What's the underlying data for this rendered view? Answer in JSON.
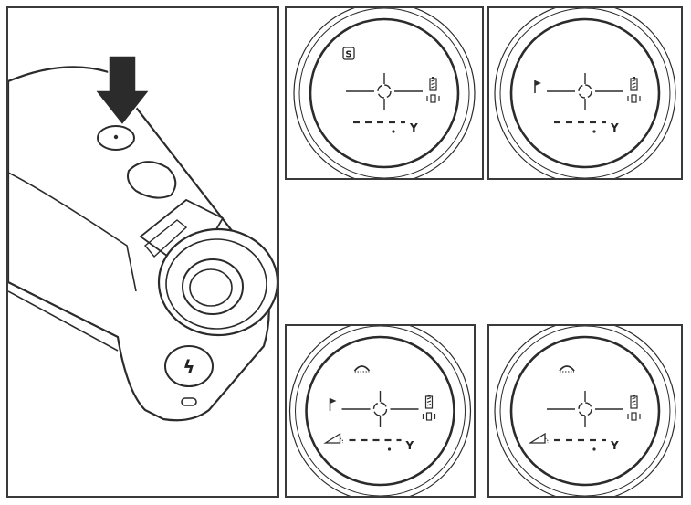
{
  "device": {
    "lightning_symbol": "ϟ"
  },
  "views": [
    {
      "id": "view-1",
      "mode_badge": "S",
      "show_flag": false,
      "show_slope": false,
      "show_arc": false,
      "unit": "Y"
    },
    {
      "id": "view-2",
      "mode_badge": "",
      "show_flag": true,
      "show_slope": false,
      "show_arc": false,
      "unit": "Y"
    },
    {
      "id": "view-3",
      "mode_badge": "",
      "show_flag": true,
      "show_slope": true,
      "show_arc": true,
      "unit": "Y"
    },
    {
      "id": "view-4",
      "mode_badge": "",
      "show_flag": false,
      "show_slope": true,
      "show_arc": true,
      "unit": "Y"
    }
  ],
  "colors": {
    "line": "#2b2b2b",
    "frame": "#3a3a3a",
    "background": "#ffffff"
  }
}
